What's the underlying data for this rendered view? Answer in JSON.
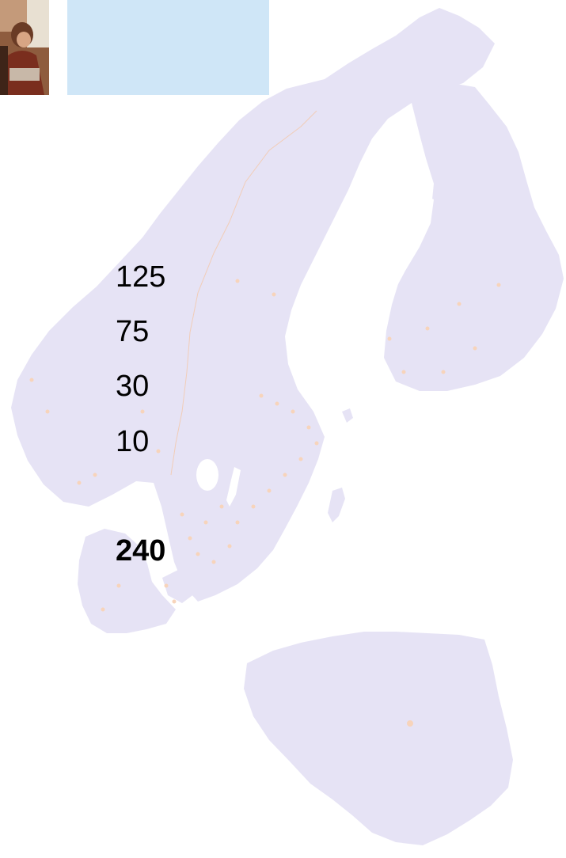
{
  "colors": {
    "land": "#e6e3f5",
    "dots": "#f7d4bb",
    "panel": "#cfe6f7"
  },
  "legend": {
    "values": [
      "125",
      "75",
      "30",
      "10"
    ],
    "total": "240"
  },
  "icons": {
    "photo": "person-photo",
    "map": "scandinavia-poland-map"
  }
}
